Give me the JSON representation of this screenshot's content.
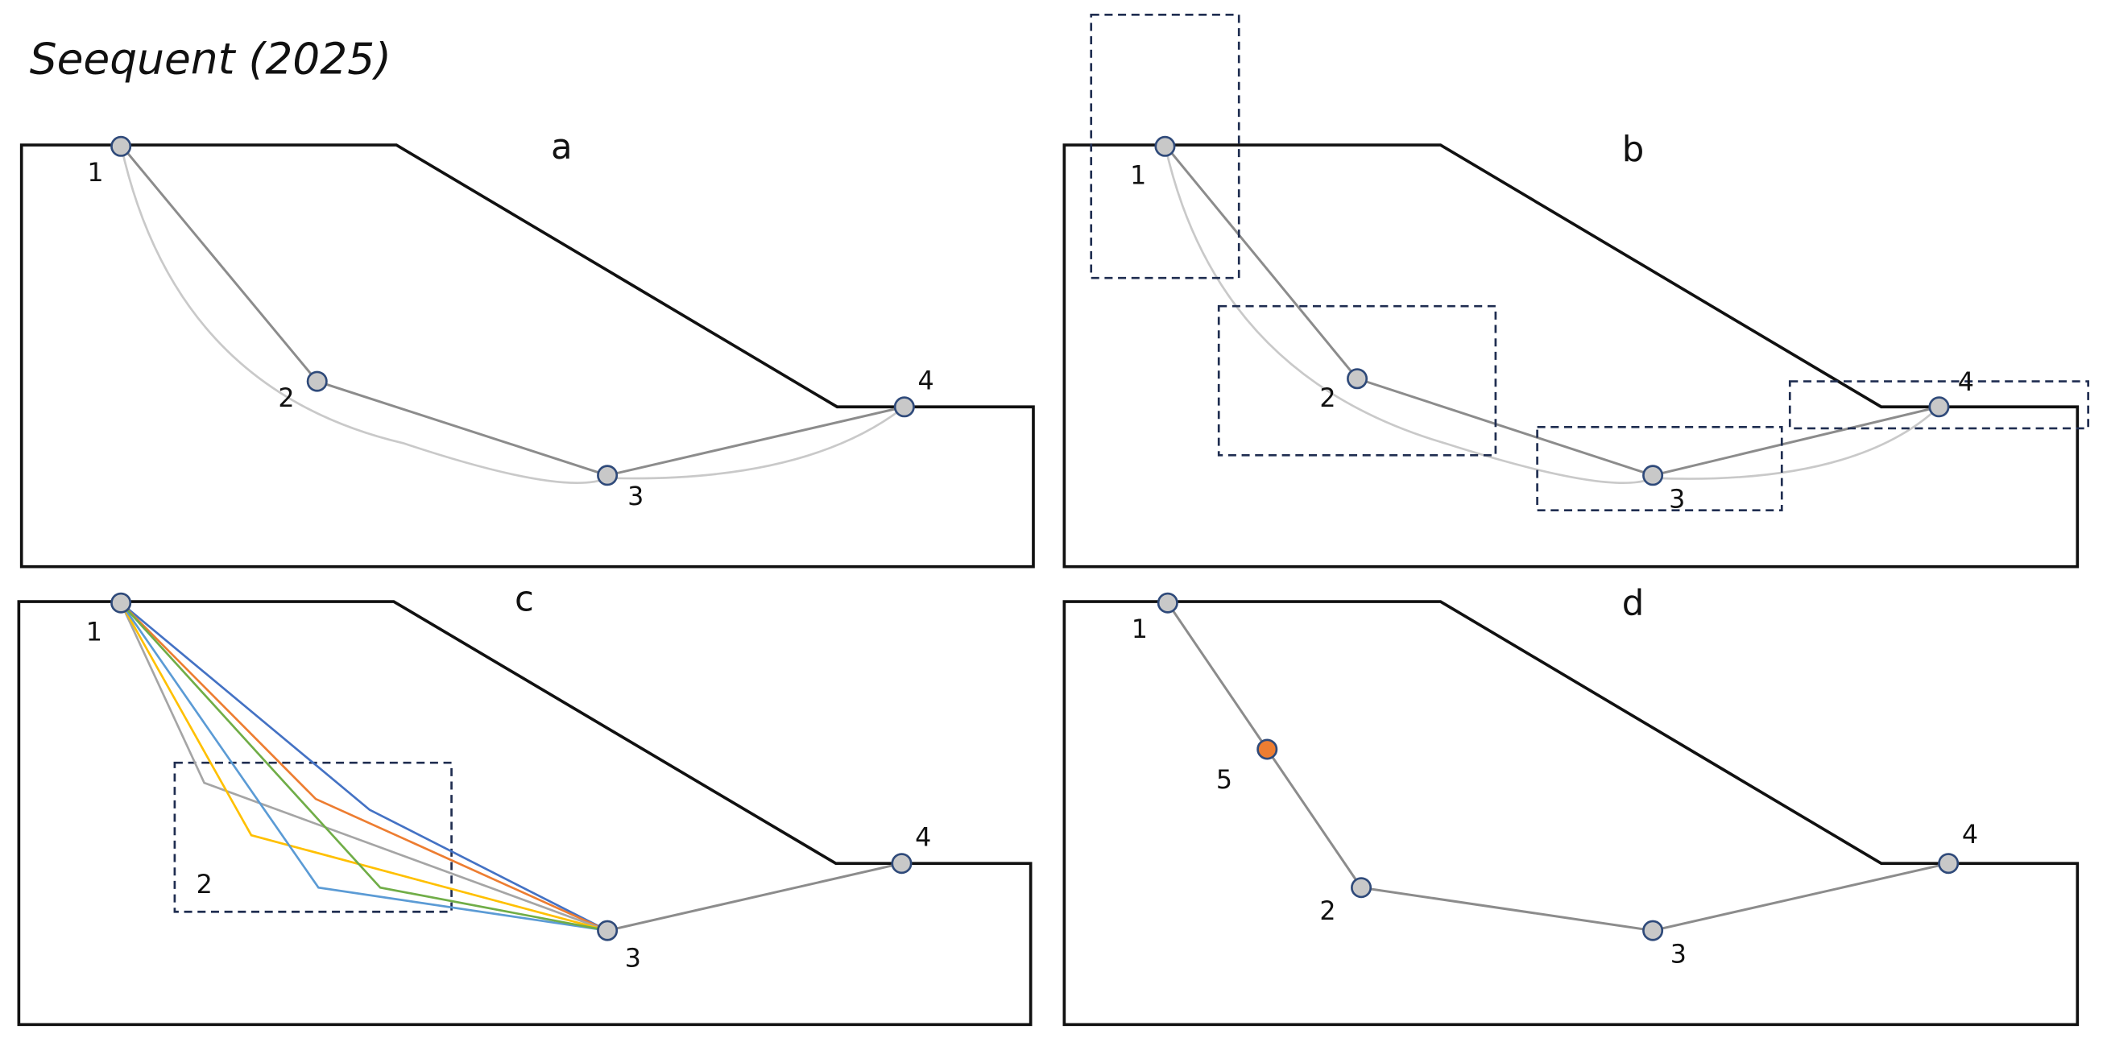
{
  "title": "Seequent (2025)",
  "colors": {
    "node_fill": "#c8c8c8",
    "node_stroke": "#2f4a7a",
    "new_node_fill": "#ed7d31",
    "ground": "#111111",
    "slip_line": "#8c8c8c",
    "arc": "#c9c9c9",
    "search_box": "#1f2d50"
  },
  "panels": [
    {
      "label": "a",
      "description": "Slip surface defined by 4 nodes with circular arc comparison",
      "nodes": [
        {
          "label": "1"
        },
        {
          "label": "2"
        },
        {
          "label": "3"
        },
        {
          "label": "4"
        }
      ],
      "show_arc": true,
      "search_boxes": 0
    },
    {
      "label": "b",
      "description": "Search regions (dashed boxes) around each node",
      "nodes": [
        {
          "label": "1"
        },
        {
          "label": "2"
        },
        {
          "label": "3"
        },
        {
          "label": "4"
        }
      ],
      "show_arc": true,
      "search_boxes": 4
    },
    {
      "label": "c",
      "description": "Trial slip surfaces varying node 2 within its search box",
      "nodes": [
        {
          "label": "1"
        },
        {
          "label": "2"
        },
        {
          "label": "3"
        },
        {
          "label": "4"
        }
      ],
      "trial_colors": [
        "#4472c4",
        "#ed7d31",
        "#a5a5a5",
        "#ffc000",
        "#5b9bd5",
        "#70ad47"
      ],
      "search_boxes": 1
    },
    {
      "label": "d",
      "description": "Additional node 5 inserted between nodes 1 and 2",
      "nodes": [
        {
          "label": "1"
        },
        {
          "label": "2"
        },
        {
          "label": "3"
        },
        {
          "label": "4"
        },
        {
          "label": "5",
          "highlight": true
        }
      ],
      "search_boxes": 0
    }
  ]
}
